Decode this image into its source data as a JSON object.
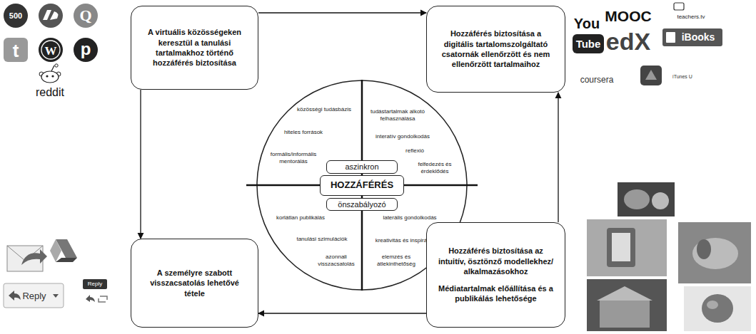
{
  "diagram": {
    "nodes": [
      {
        "text": [
          "A virtuális közösségeken keresztül a tanulási tartalmakhoz történő hozzáférés biztosítása"
        ]
      },
      {
        "text": [
          "Hozzáférés biztosítása a digitális tartalomszolgáltató csatornák ellenőrzött és nem ellenőrzött tartalmaihoz"
        ]
      },
      {
        "text": [
          "közösségi tudásbázis",
          "hiteles források",
          "formális/informális mentorálás",
          "tudástartalmak alkotó felhasználása",
          "interatív gondolkodás",
          "reflexió",
          "felfedezés és érdeklődés",
          "korlátlan publikálás",
          "tanulási szimulációk",
          "azonnali visszacsatolás",
          "laterális gondolkodás",
          "kreativitás és inspiráció",
          "elemzés és átlekinthetőség"
        ]
      },
      {
        "text": [
          "aszinkron"
        ],
        "in": 2
      },
      {
        "text": [
          "HOZZÁFÉRÉS"
        ],
        "in": 2
      },
      {
        "text": [
          "önszabályozó"
        ],
        "in": 2
      },
      {
        "text": [
          "A személyre szabott visszacsatolás lehetővé tétele"
        ]
      },
      {
        "text": [
          "Hozzáférés biztosítása az intuitív, ösztönző modellekhez/ alkalmazásokhoz",
          "Médiatartalmak előállítása és a publikálás lehetősége"
        ]
      }
    ],
    "edges": [
      {
        "from": 0,
        "to": 1,
        "arrow": "to"
      },
      {
        "from": 0,
        "to": 6,
        "arrow": "to"
      },
      {
        "from": 7,
        "to": 6,
        "arrow": "to"
      },
      {
        "from": 7,
        "to": 1,
        "arrow": "to"
      }
    ],
    "labels": [
      "500",
      "Q",
      "t",
      "W",
      "p",
      "reddit",
      "You",
      "Tube",
      "MOOC",
      "edX",
      "teachers.tv",
      "iBooks",
      "coursera",
      "iTunes U",
      "Reply",
      "Reply"
    ]
  }
}
